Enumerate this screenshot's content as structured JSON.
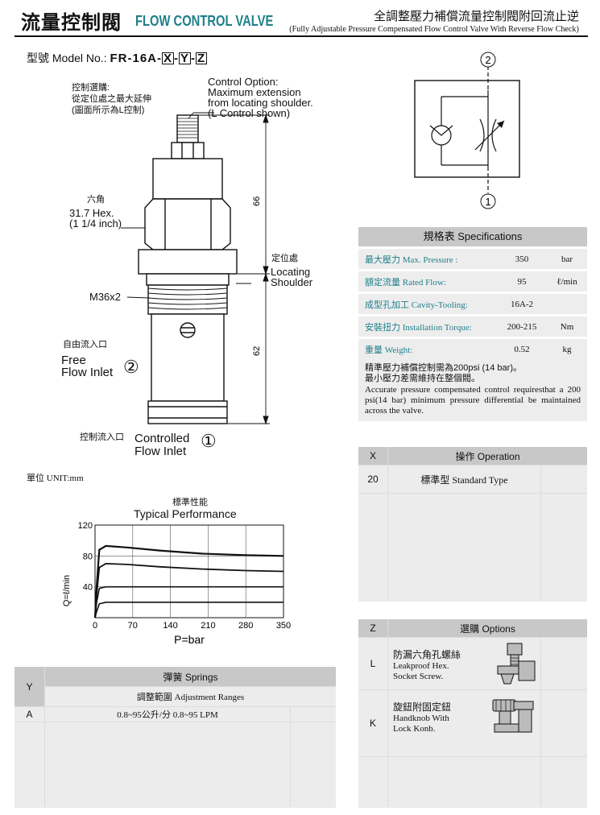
{
  "header": {
    "title_cn": "流量控制閥",
    "title_en": "FLOW CONTROL VALVE",
    "subtitle_cn": "全調整壓力補償流量控制閥附回流止逆",
    "subtitle_en": "(Fully Adjustable Pressure Compensated Flow Control Valve With Reverse Flow Check)"
  },
  "model": {
    "label": "型號 Model No.:",
    "code": "FR-16A-",
    "x": "X",
    "y": "Y",
    "z": "Z",
    "dash": "-"
  },
  "drawing": {
    "control_option_cn_1": "控制選購:",
    "control_option_cn_2": "從定位處之最大延伸",
    "control_option_cn_3": "(圖面所示為L控制)",
    "control_option_en_1": "Control Option:",
    "control_option_en_2": "Maximum extension",
    "control_option_en_3": "from locating shoulder.",
    "control_option_en_4": "(L Control shown)",
    "hex_cn": "六角",
    "hex_en_1": "31.7 Hex.",
    "hex_en_2": "(1 1/4 inch)",
    "thread": "M36x2",
    "locating_cn": "定位處",
    "locating_en_1": "Locating",
    "locating_en_2": "Shoulder",
    "dim_upper": "66",
    "dim_lower": "62",
    "free_cn": "自由流入口",
    "free_en_1": "Free",
    "free_en_2": "Flow Inlet",
    "port2": "②",
    "controlled_cn": "控制流入口",
    "controlled_en_1": "Controlled",
    "controlled_en_2": "Flow Inlet",
    "port1": "①",
    "unit": "單位 UNIT:mm"
  },
  "schematic": {
    "port_top": "②",
    "port_bottom": "①"
  },
  "specs": {
    "title": "規格表 Specifications",
    "rows": [
      {
        "label": "最大壓力 Max. Pressure :",
        "value": "350",
        "unit": "bar"
      },
      {
        "label": "額定流量 Rated Flow:",
        "value": "95",
        "unit": "ℓ/min"
      },
      {
        "label": "成型孔加工 Cavity-Tooling:",
        "value": "16A-2",
        "unit": ""
      },
      {
        "label": "安裝扭力 Installation Torque:",
        "value": "200-215",
        "unit": "Nm"
      },
      {
        "label": "重量 Weight:",
        "value": "0.52",
        "unit": "kg"
      }
    ],
    "note_cn_1": "精準壓力補償控制需為200psi (14 bar)。",
    "note_cn_2": "最小壓力差需維持在整個閥。",
    "note_en": "Accurate pressure compensated control requiresthat a 200 psi(14 bar) minimum pressure differential be maintained across the valve."
  },
  "operation": {
    "col_key": "X",
    "col_title": "操作 Operation",
    "rows": [
      {
        "key": "20",
        "desc": "標準型 Standard Type"
      }
    ]
  },
  "options": {
    "col_key": "Z",
    "col_title": "選購 Options",
    "rows": [
      {
        "key": "L",
        "cn": "防漏六角孔螺絲",
        "en_1": "Leakproof Hex.",
        "en_2": "Socket Screw."
      },
      {
        "key": "K",
        "cn": "旋鈕附固定鈕",
        "en_1": "Handknob With",
        "en_2": "Lock Konb."
      }
    ]
  },
  "springs": {
    "col_key": "Y",
    "col_title": "彈簧 Springs",
    "sub_title": "調整範圍 Adjustment Ranges",
    "rows": [
      {
        "key": "A",
        "desc": "0.8~95公升/分 0.8~95 LPM"
      }
    ]
  },
  "chart_data": {
    "type": "line",
    "title": "Typical Performance",
    "title_cn": "標準性能",
    "xlabel": "P=bar",
    "ylabel": "Q=ℓ/min",
    "x_ticks": [
      0,
      70,
      140,
      210,
      280,
      350
    ],
    "y_ticks": [
      40,
      80,
      120
    ],
    "xlim": [
      0,
      350
    ],
    "ylim": [
      0,
      120
    ],
    "grid": true,
    "series": [
      {
        "x": [
          0,
          3,
          8,
          20,
          60,
          120,
          200,
          280,
          350
        ],
        "y": [
          0,
          40,
          88,
          93,
          91,
          87,
          83,
          81,
          80
        ]
      },
      {
        "x": [
          0,
          3,
          8,
          20,
          60,
          120,
          200,
          280,
          350
        ],
        "y": [
          0,
          30,
          65,
          70,
          69,
          66,
          63,
          61,
          60
        ]
      },
      {
        "x": [
          0,
          3,
          8,
          20,
          100,
          200,
          350
        ],
        "y": [
          0,
          20,
          38,
          40,
          40,
          40,
          40
        ]
      },
      {
        "x": [
          0,
          3,
          8,
          20,
          100,
          200,
          350
        ],
        "y": [
          0,
          8,
          18,
          20,
          20,
          20,
          20
        ]
      }
    ]
  }
}
